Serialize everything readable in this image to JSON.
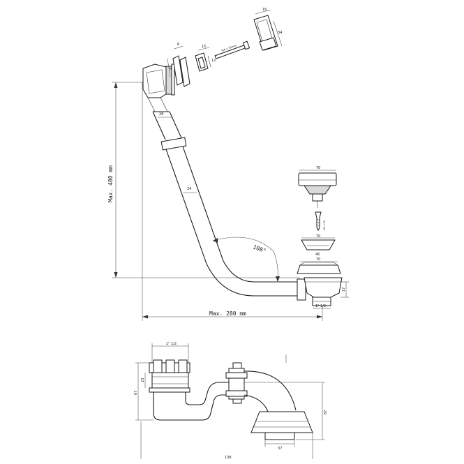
{
  "top_view": {
    "max_height_label": "Max. 400 mm",
    "max_width_label": "Max. 280 mm",
    "angle_label": "108°",
    "pipe_dim_upper": "28",
    "pipe_dim_lower": "24",
    "overflow_dim_a": "6",
    "overflow_dim_b": "15",
    "overflow_dim_c": "12",
    "screw_label": "M4 x 70mm",
    "cover_dim_width": "16",
    "cover_dim_height": "34",
    "plug_dim": "70",
    "plug_cap_dim": "70",
    "flange_dim": "70",
    "washer_dim": "46",
    "outlet_thread": "1\" 1/2",
    "outlet_side_dim": "17",
    "screw_small_label": "M4 x 35"
  },
  "bottom_view": {
    "thread_label": "1\" 1/2",
    "height_dim": "67",
    "nut_dim": "23",
    "right_height_dim": "87",
    "base_width_dim": "37",
    "total_width_dim": "138"
  }
}
